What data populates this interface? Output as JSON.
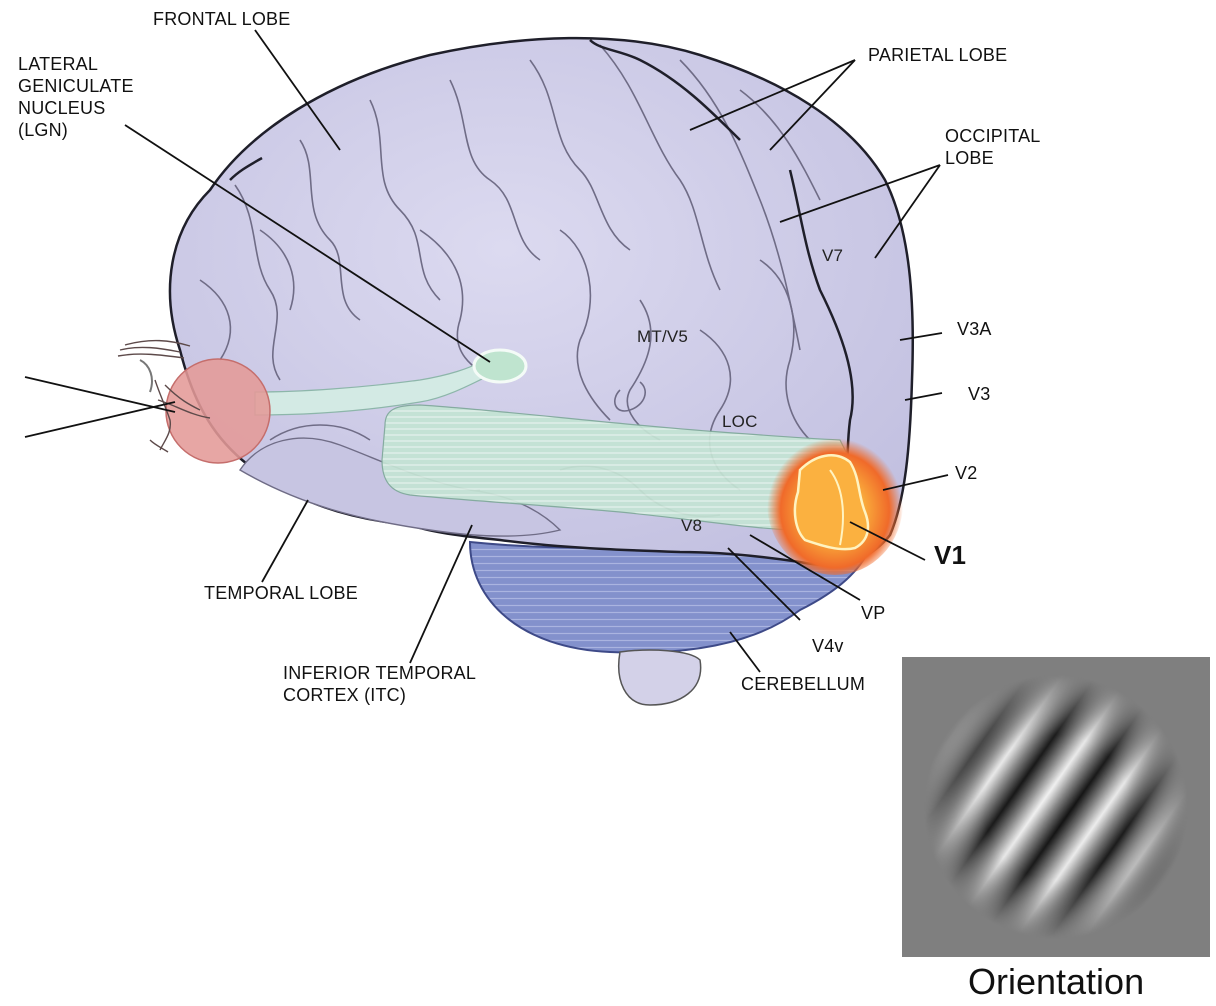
{
  "labels": {
    "frontal_lobe": "FRONTAL LOBE",
    "lgn": "LATERAL\nGENICULATE\nNUCLEUS\n(LGN)",
    "parietal_lobe": "PARIETAL LOBE",
    "occipital_lobe": "OCCIPITAL\nLOBE",
    "v7": "V7",
    "v3a": "V3A",
    "v3": "V3",
    "v2": "V2",
    "v1": "V1",
    "mt_v5": "MT/V5",
    "loc": "LOC",
    "v8": "V8",
    "vp": "VP",
    "v4v": "V4v",
    "temporal_lobe": "TEMPORAL LOBE",
    "itc": "INFERIOR TEMPORAL\nCORTEX (ITC)",
    "cerebellum": "CEREBELLUM"
  },
  "stimulus": {
    "caption": "Orientation"
  },
  "colors": {
    "cortex": "#cdcbe6",
    "sulcus": "#6f6c86",
    "cerebellum": "#7f8ec9",
    "pathway": "#bfe3d2",
    "eye": "#e49a97",
    "v1_hot": "#f7a436",
    "gabor_background": "#7f7f7f"
  }
}
